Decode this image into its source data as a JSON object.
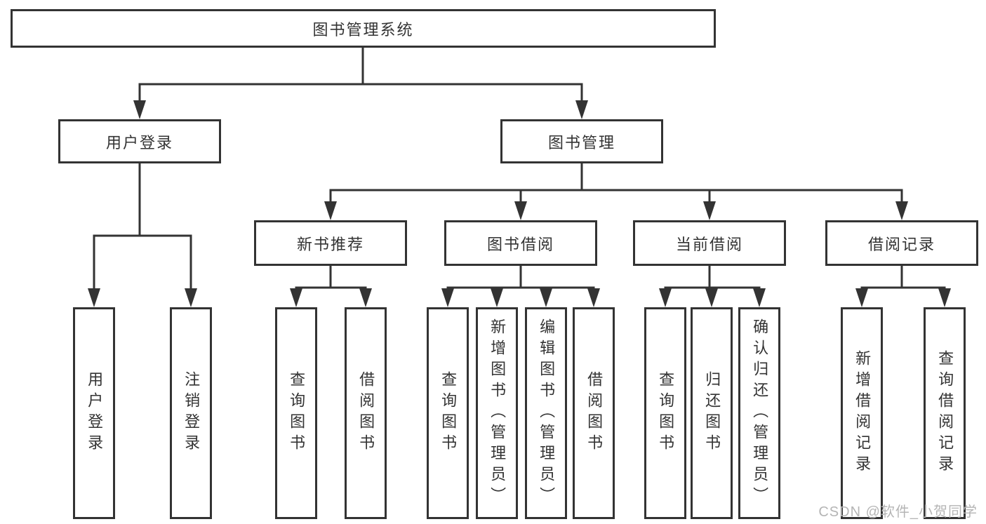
{
  "colors": {
    "line": "#333333",
    "box_border": "#333333",
    "text": "#333333",
    "background": "#ffffff",
    "watermark": "#b5b5b5"
  },
  "tree": {
    "root": {
      "label": "图书管理系统"
    },
    "branches": [
      {
        "label": "用户登录",
        "children": [
          {
            "label": "用户登录"
          },
          {
            "label": "注销登录"
          }
        ]
      },
      {
        "label": "图书管理",
        "sections": [
          {
            "label": "新书推荐",
            "children": [
              {
                "label": "查询图书"
              },
              {
                "label": "借阅图书"
              }
            ]
          },
          {
            "label": "图书借阅",
            "children": [
              {
                "label": "查询图书"
              },
              {
                "label": "新增图书（管理员）"
              },
              {
                "label": "编辑图书（管理员）"
              },
              {
                "label": "借阅图书"
              }
            ]
          },
          {
            "label": "当前借阅",
            "children": [
              {
                "label": "查询图书"
              },
              {
                "label": "归还图书"
              },
              {
                "label": "确认归还（管理员）"
              }
            ]
          },
          {
            "label": "借阅记录",
            "children": [
              {
                "label": "新增借阅记录"
              },
              {
                "label": "查询借阅记录"
              }
            ]
          }
        ]
      }
    ]
  },
  "watermark": {
    "text": "CSDN @软件_小贺同学"
  }
}
